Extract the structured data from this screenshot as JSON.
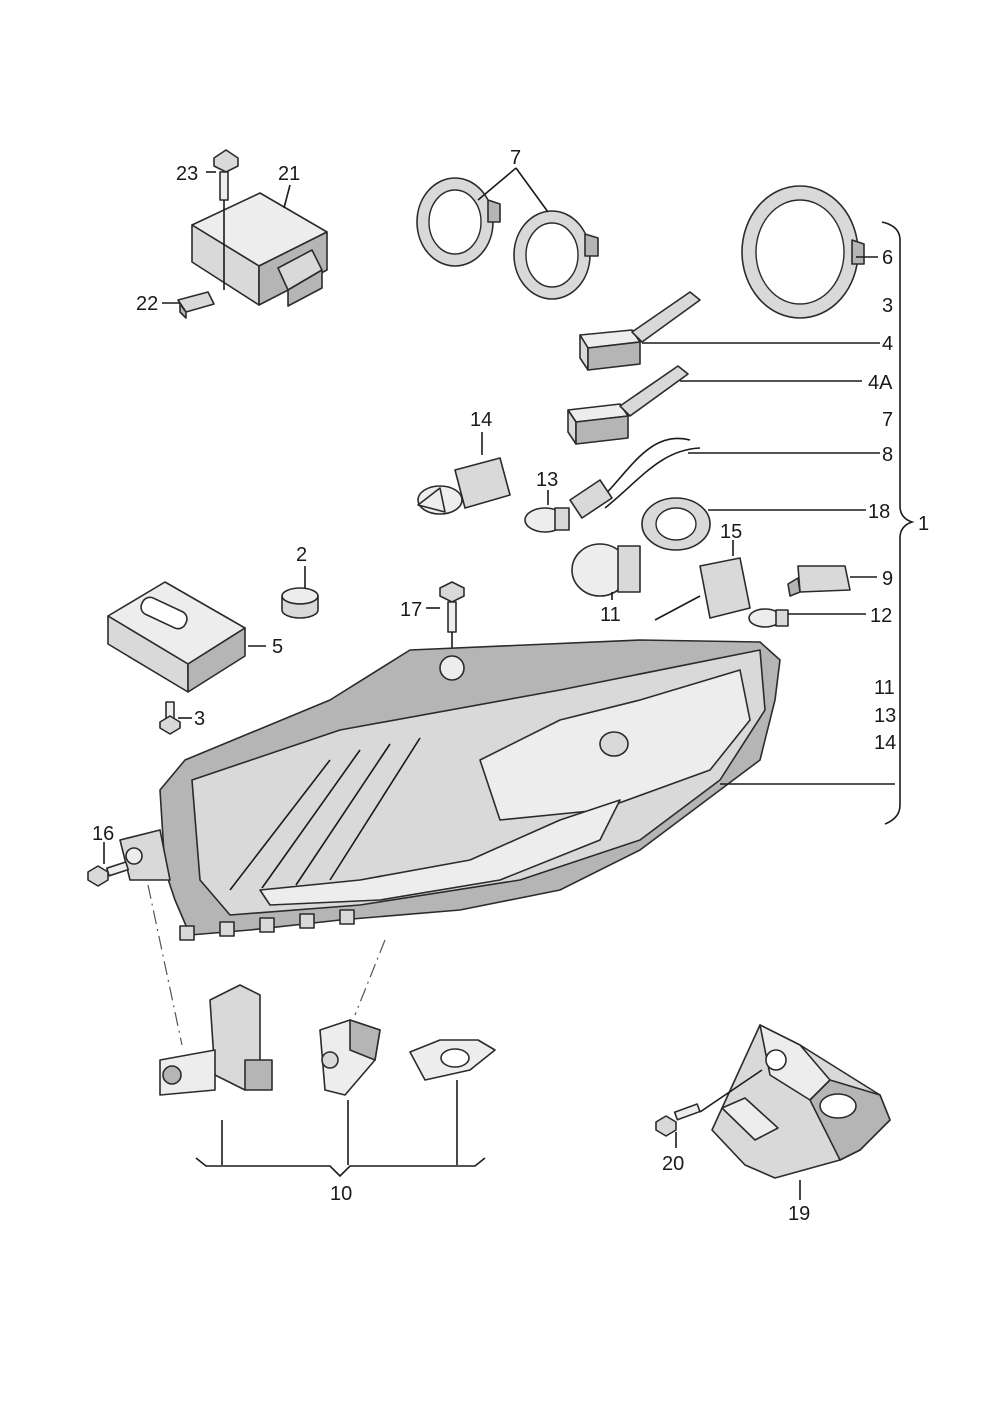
{
  "labels": {
    "l23": "23",
    "l21": "21",
    "l22": "22",
    "l7top": "7",
    "l6": "6",
    "l3r": "3",
    "l4": "4",
    "l4A": "4A",
    "l7r": "7",
    "l8": "8",
    "l18": "18",
    "l1": "1",
    "l9": "9",
    "l12": "12",
    "l11r": "11",
    "l13r": "13",
    "l14r": "14",
    "l14": "14",
    "l13": "13",
    "l15": "15",
    "l11": "11",
    "l2": "2",
    "l17": "17",
    "l5": "5",
    "l3": "3",
    "l16": "16",
    "l10": "10",
    "l20": "20",
    "l19": "19"
  }
}
